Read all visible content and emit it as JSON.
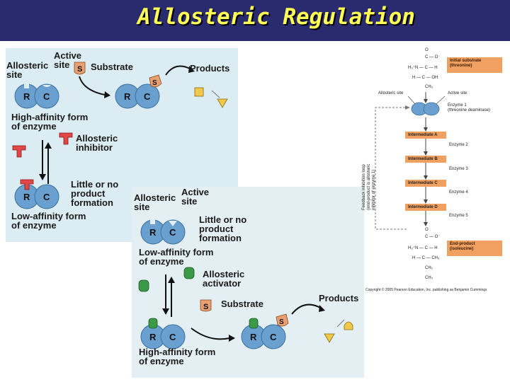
{
  "slide": {
    "title": "Allosteric Regulation"
  },
  "inhibition": {
    "allosteric_site": "Allosteric\nsite",
    "active_site": "Active\nsite",
    "substrate": "Substrate",
    "products": "Products",
    "high_affinity": "High-affinity form\nof enzyme",
    "inhibitor": "Allosteric\ninhibitor",
    "little_product": "Little or no\nproduct\nformation",
    "low_affinity": "Low-affinity form\nof enzyme",
    "sub_letter": "S",
    "r_letter": "R",
    "c_letter": "C"
  },
  "activation": {
    "allosteric_site": "Allosteric\nsite",
    "active_site": "Active\nsite",
    "little_product": "Little or no\nproduct\nformation",
    "low_affinity": "Low-affinity form\nof enzyme",
    "activator": "Allosteric\nactivator",
    "substrate": "Substrate",
    "products": "Products",
    "high_affinity": "High-affinity form\nof enzyme",
    "sub_letter": "S",
    "r_letter": "R",
    "c_letter": "C"
  },
  "feedback": {
    "initial_substrate": "Initial substrate\n(threonine)",
    "allosteric_site": "Allosteric site",
    "active_site": "Active site",
    "enzyme1": "Enzyme 1\n(threonine deaminase)",
    "intermediate_a": "Intermediate A",
    "enzyme2": "Enzyme 2",
    "intermediate_b": "Intermediate B",
    "enzyme3": "Enzyme 3",
    "intermediate_c": "Intermediate C",
    "enzyme4": "Enzyme 4",
    "intermediate_d": "Intermediate D",
    "enzyme5": "Enzyme 5",
    "end_product": "End-product\n(isoleucine)",
    "feedback_loop": "Feedback inhibition loop\n(end-product is allosteric\ninhibitor of enzyme 1)",
    "copyright": "Copyright © 2005 Pearson Education, Inc. publishing as Benjamin Cummings",
    "thr_line1": "O",
    "thr_line2": "C — O⁻",
    "thr_line3": "H₃⁺N — C — H",
    "thr_line4": "H — C — OH",
    "thr_line5": "CH₃",
    "ile_line1": "O",
    "ile_line2": "C — O⁻",
    "ile_line3": "H₃⁺N — C — H",
    "ile_line4": "H — C — CH₃",
    "ile_line5": "CH₂",
    "ile_line6": "CH₃"
  },
  "colors": {
    "title_bar": "#2a2a6e",
    "title_text": "#ffff55",
    "enzyme_blue": "#6aa0cf",
    "inhibitor_red": "#e04848",
    "activator_green": "#3a9a48",
    "substrate_orange": "#e8a070",
    "product_yellow": "#f2c84a",
    "intermediate_orange": "#f0a060"
  }
}
